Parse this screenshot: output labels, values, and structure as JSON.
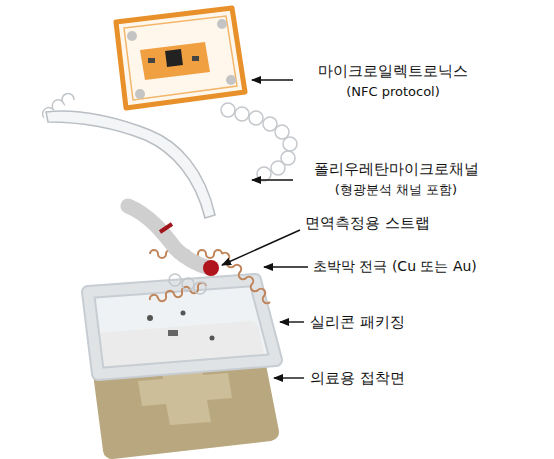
{
  "diagram": {
    "labels": [
      "마이크로일렉트로닉스",
      "(NFC protocol)",
      "폴리우레탄마이크로채널",
      "(형광분석 채널 포함)",
      "면역측정용 스트랩",
      "초박막 전극 (Cu 또는 Au)",
      "실리콘 패키징",
      "의료용 접착면"
    ]
  }
}
